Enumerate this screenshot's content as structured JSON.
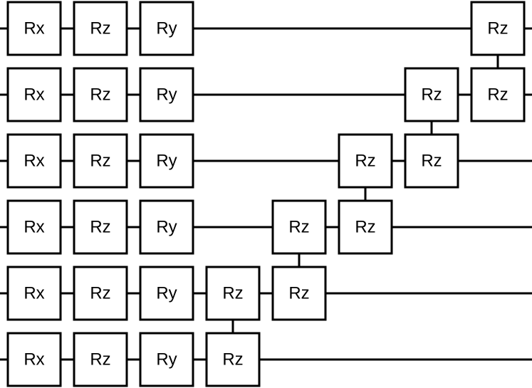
{
  "colors": {
    "line": "#000000",
    "gate_fill": "#ffffff",
    "background": "#ffffff"
  },
  "circuit": {
    "qubits": [
      {
        "gates": [
          {
            "label": "Rx",
            "column": 0
          },
          {
            "label": "Rz",
            "column": 1
          },
          {
            "label": "Ry",
            "column": 2
          },
          {
            "label": "Rz",
            "column": 7
          }
        ]
      },
      {
        "gates": [
          {
            "label": "Rx",
            "column": 0
          },
          {
            "label": "Rz",
            "column": 1
          },
          {
            "label": "Ry",
            "column": 2
          },
          {
            "label": "Rz",
            "column": 6
          },
          {
            "label": "Rz",
            "column": 7
          }
        ]
      },
      {
        "gates": [
          {
            "label": "Rx",
            "column": 0
          },
          {
            "label": "Rz",
            "column": 1
          },
          {
            "label": "Ry",
            "column": 2
          },
          {
            "label": "Rz",
            "column": 5
          },
          {
            "label": "Rz",
            "column": 6
          }
        ]
      },
      {
        "gates": [
          {
            "label": "Rx",
            "column": 0
          },
          {
            "label": "Rz",
            "column": 1
          },
          {
            "label": "Ry",
            "column": 2
          },
          {
            "label": "Rz",
            "column": 4
          },
          {
            "label": "Rz",
            "column": 5
          }
        ]
      },
      {
        "gates": [
          {
            "label": "Rx",
            "column": 0
          },
          {
            "label": "Rz",
            "column": 1
          },
          {
            "label": "Ry",
            "column": 2
          },
          {
            "label": "Rz",
            "column": 3
          },
          {
            "label": "Rz",
            "column": 4
          }
        ]
      },
      {
        "gates": [
          {
            "label": "Rx",
            "column": 0
          },
          {
            "label": "Rz",
            "column": 1
          },
          {
            "label": "Ry",
            "column": 2
          },
          {
            "label": "Rz",
            "column": 3
          }
        ]
      }
    ],
    "connections": [
      {
        "column": 7,
        "from_qubit": 0,
        "to_qubit": 1
      },
      {
        "column": 6,
        "from_qubit": 1,
        "to_qubit": 2
      },
      {
        "column": 5,
        "from_qubit": 2,
        "to_qubit": 3
      },
      {
        "column": 4,
        "from_qubit": 3,
        "to_qubit": 4
      },
      {
        "column": 3,
        "from_qubit": 4,
        "to_qubit": 5
      }
    ]
  }
}
